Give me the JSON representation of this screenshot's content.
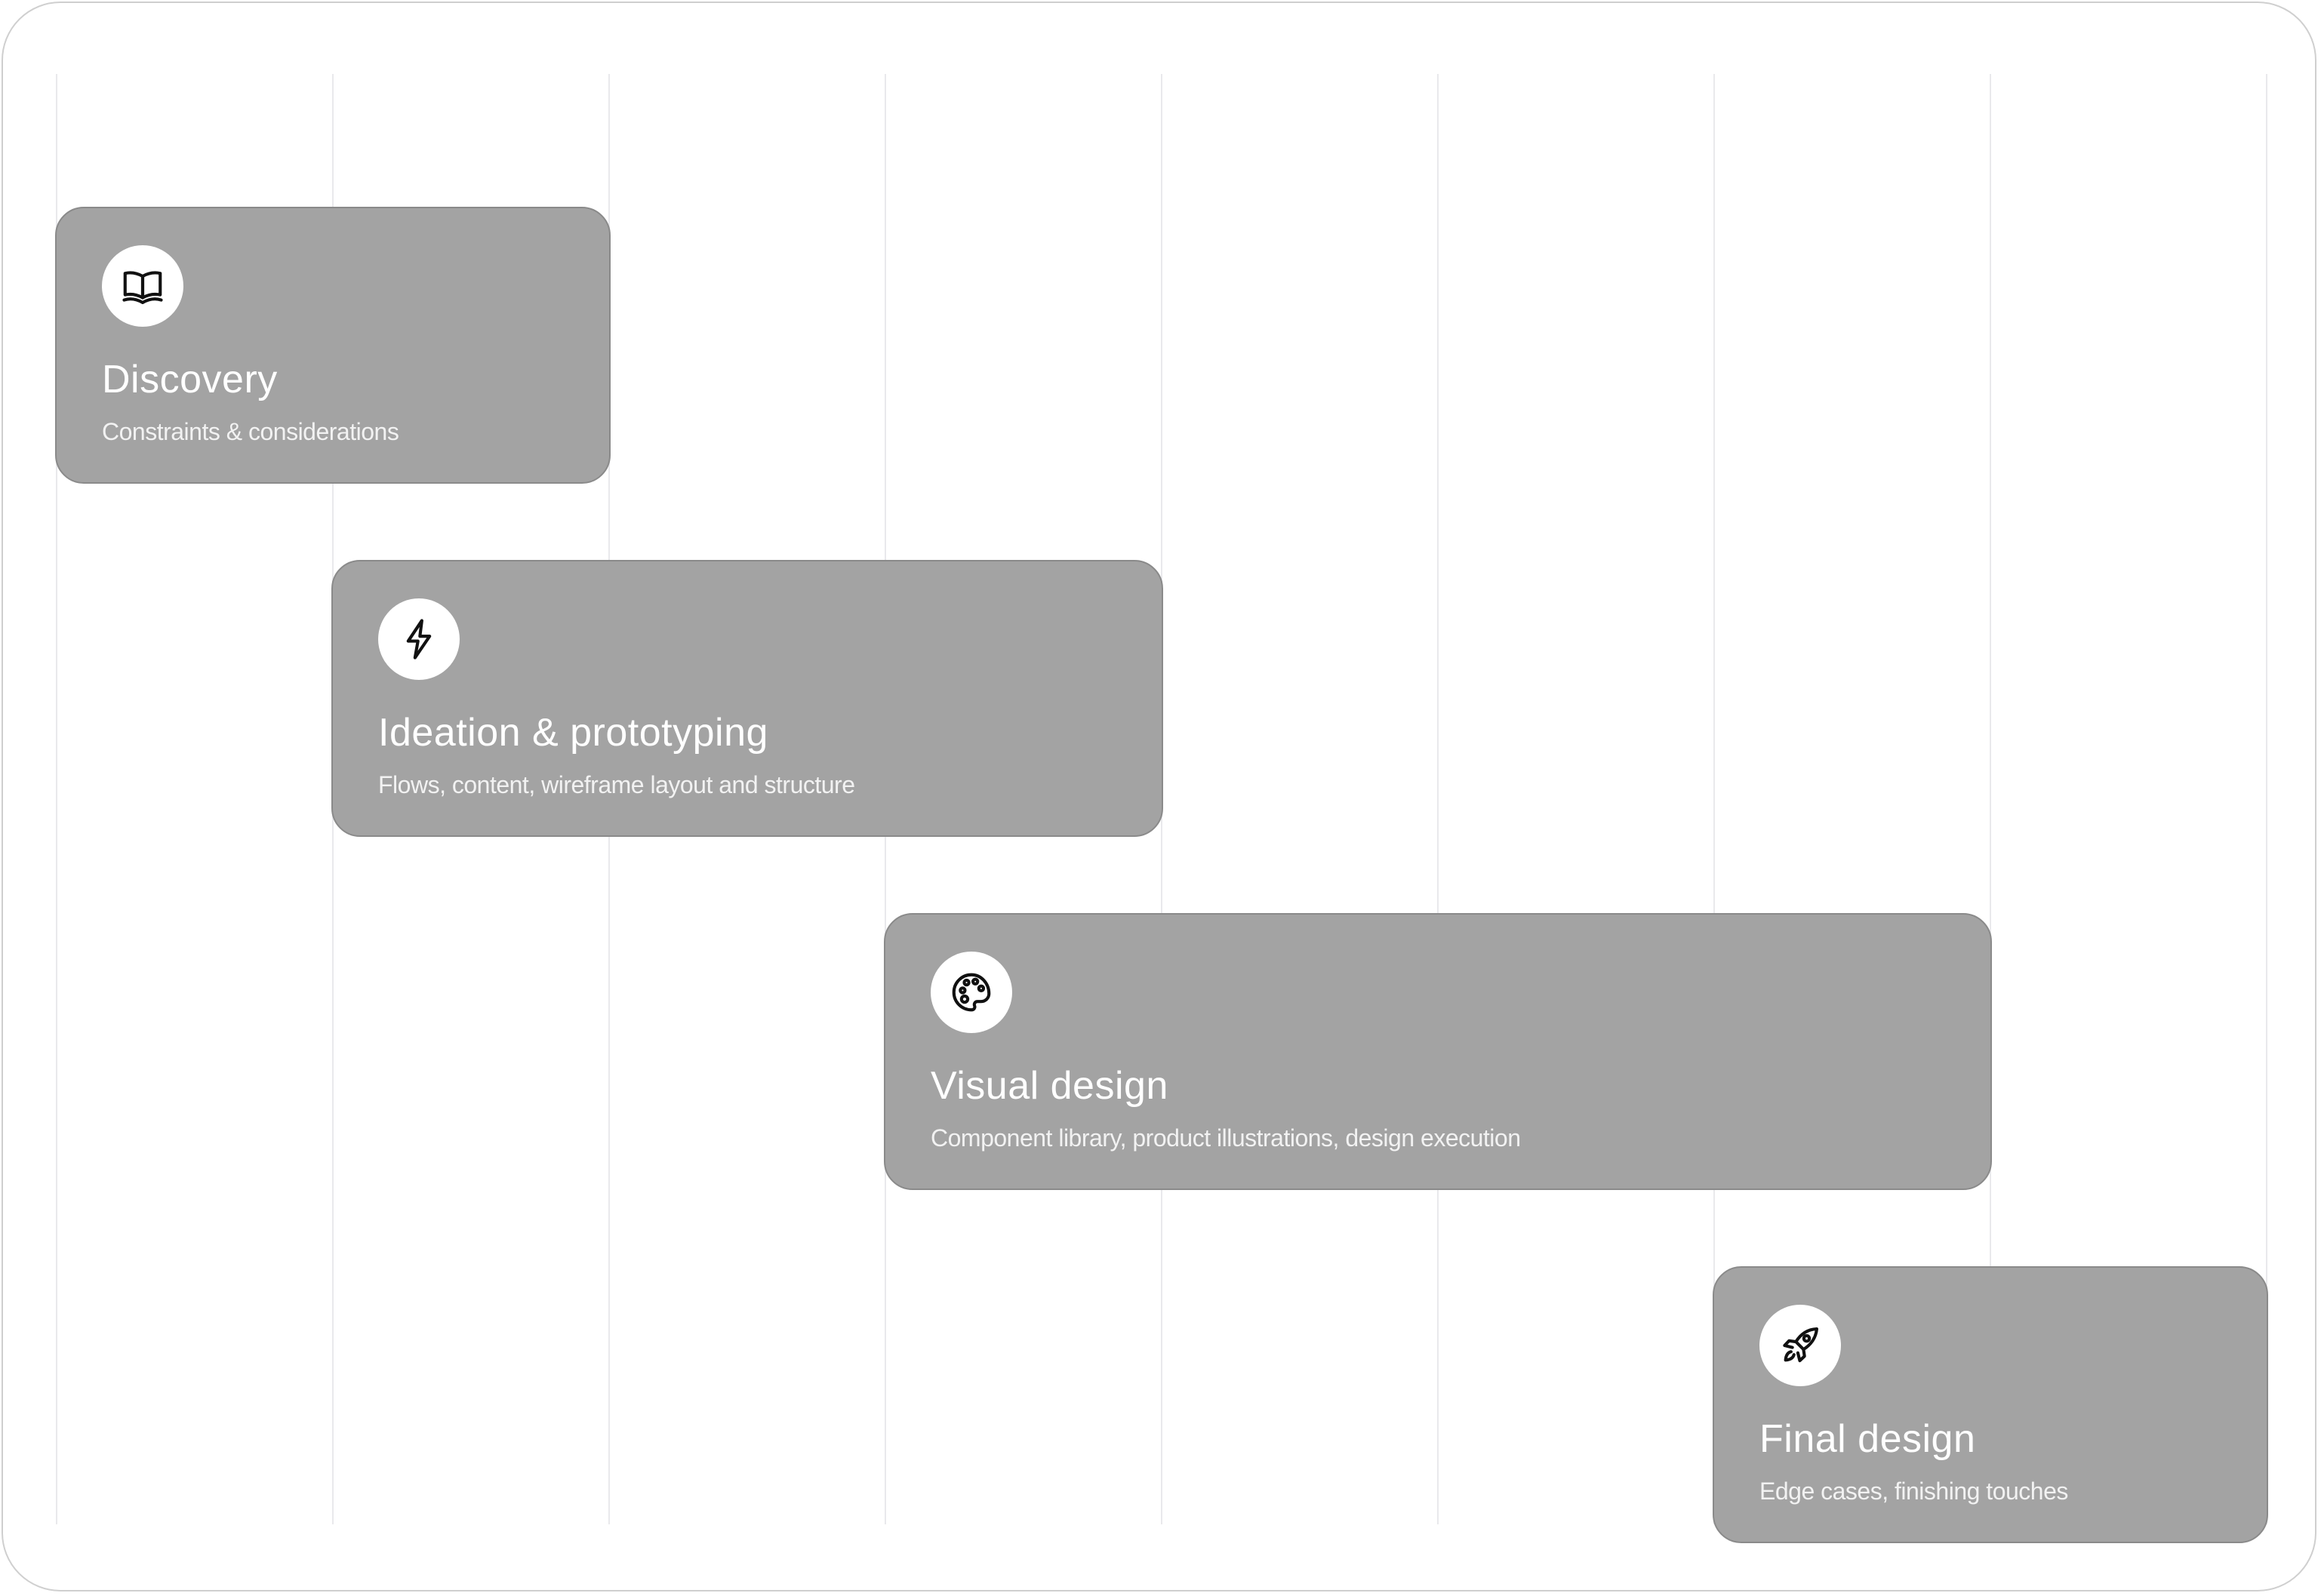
{
  "phases": [
    {
      "icon": "book-open-icon",
      "title": "Discovery",
      "description": "Constraints & considerations"
    },
    {
      "icon": "lightning-bolt-icon",
      "title": "Ideation & prototyping",
      "description": "Flows, content, wireframe layout and structure"
    },
    {
      "icon": "palette-icon",
      "title": "Visual design",
      "description": "Component library, product illustrations, design execution"
    },
    {
      "icon": "rocket-icon",
      "title": "Final design",
      "description": "Edge cases, finishing touches"
    }
  ],
  "colors": {
    "card_fill": "#a3a3a3",
    "card_border": "#8a8a8a",
    "gridline": "#e9e9ec",
    "text": "#ffffff",
    "icon_badge": "#ffffff"
  }
}
